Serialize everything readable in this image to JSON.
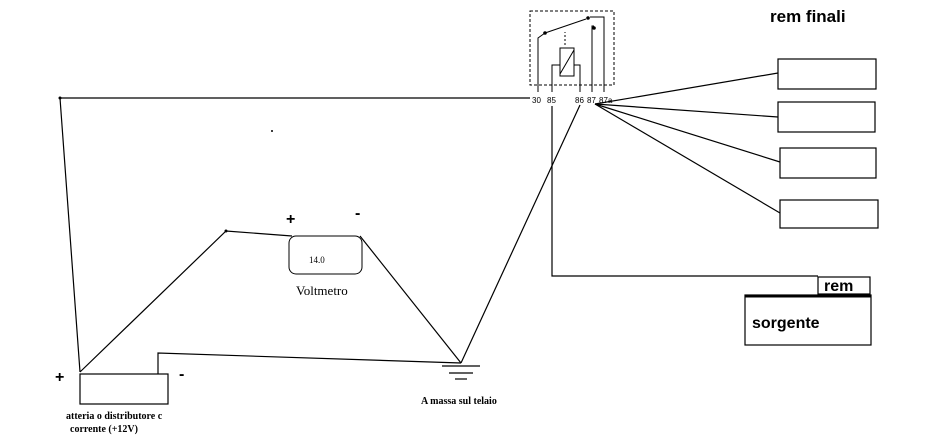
{
  "title": "rem finali",
  "relay": {
    "pins": [
      "30",
      "85",
      "86",
      "87",
      "87a"
    ]
  },
  "voltmeter": {
    "reading": "14.0",
    "label": "Voltmetro",
    "plus": "+",
    "minus": "-"
  },
  "battery": {
    "label_line1": "atteria o distributore c",
    "label_line2": "corrente (+12V)",
    "plus": "+",
    "minus": "-"
  },
  "ground": {
    "label": "A massa sul telaio"
  },
  "rem_label": "rem",
  "source_label": "sorgente",
  "amplifiers": [
    {
      "label": ""
    },
    {
      "label": ""
    },
    {
      "label": ""
    },
    {
      "label": ""
    }
  ]
}
